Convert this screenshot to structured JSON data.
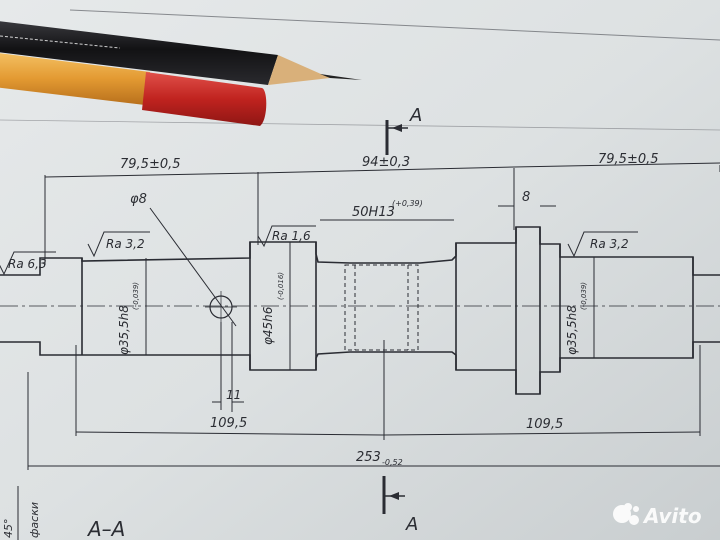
{
  "drawing": {
    "section_marker_top": "A",
    "section_marker_bottom": "A",
    "section_view_label": "A–A",
    "margin_note": "фаски",
    "margin_angle": "45°",
    "dimensions": {
      "left_span": "79,5±0,5",
      "middle_span": "94±0,3",
      "right_span": "79,5±0,5",
      "hole_diameter": "φ8",
      "groove_width": "50H13",
      "groove_tolerance": "(+0,39)",
      "flange_width": "8",
      "hole_offset": "11",
      "left_half_length": "109,5",
      "right_half_length": "109,5",
      "total_length": "253",
      "total_tolerance": "-0,52",
      "left_journal_diameter": "φ35,5h8",
      "left_journal_tolerance": "(-0,039)",
      "center_diameter": "φ45h6",
      "center_tolerance": "(-0,016)",
      "right_journal_diameter": "φ35,5h8",
      "right_journal_tolerance": "(-0,039)"
    },
    "roughness": {
      "outer_left": "Ra 6,3",
      "left_journal": "Ra 3,2",
      "center": "Ra 1,6",
      "right_journal": "Ra 3,2"
    }
  },
  "pencils": [
    {
      "name": "black pencil",
      "color": "#1c1c1f"
    },
    {
      "name": "orange pencil",
      "color": "#e6a03a"
    },
    {
      "name": "red eraser cap",
      "color": "#c42a26"
    }
  ],
  "watermark": {
    "brand": "Avito"
  }
}
